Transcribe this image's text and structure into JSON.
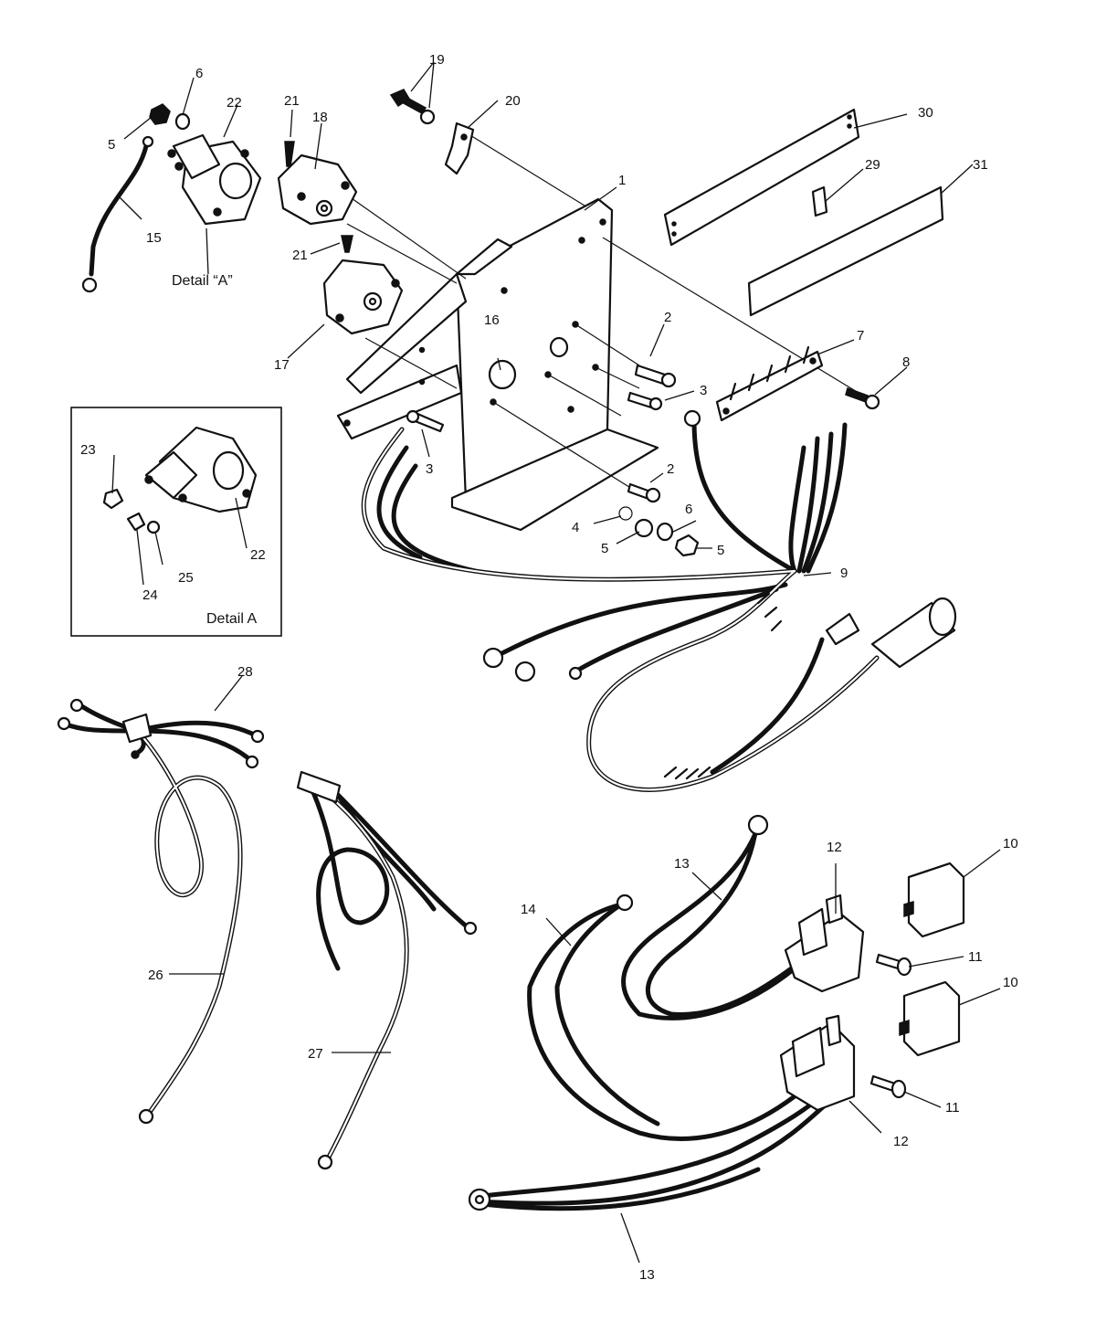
{
  "callouts": [
    {
      "id": "c1",
      "text": "1"
    },
    {
      "id": "c2a",
      "text": "2"
    },
    {
      "id": "c2b",
      "text": "2"
    },
    {
      "id": "c3a",
      "text": "3"
    },
    {
      "id": "c3b",
      "text": "3"
    },
    {
      "id": "c4",
      "text": "4"
    },
    {
      "id": "c5a",
      "text": "5"
    },
    {
      "id": "c5b",
      "text": "5"
    },
    {
      "id": "c5c",
      "text": "5"
    },
    {
      "id": "c6a",
      "text": "6"
    },
    {
      "id": "c6b",
      "text": "6"
    },
    {
      "id": "c7",
      "text": "7"
    },
    {
      "id": "c8",
      "text": "8"
    },
    {
      "id": "c9",
      "text": "9"
    },
    {
      "id": "c10a",
      "text": "10"
    },
    {
      "id": "c10b",
      "text": "10"
    },
    {
      "id": "c11a",
      "text": "11"
    },
    {
      "id": "c11b",
      "text": "11"
    },
    {
      "id": "c12a",
      "text": "12"
    },
    {
      "id": "c12b",
      "text": "12"
    },
    {
      "id": "c13a",
      "text": "13"
    },
    {
      "id": "c13b",
      "text": "13"
    },
    {
      "id": "c14",
      "text": "14"
    },
    {
      "id": "c15",
      "text": "15"
    },
    {
      "id": "c16",
      "text": "16"
    },
    {
      "id": "c17",
      "text": "17"
    },
    {
      "id": "c18",
      "text": "18"
    },
    {
      "id": "c19",
      "text": "19"
    },
    {
      "id": "c20",
      "text": "20"
    },
    {
      "id": "c21a",
      "text": "21"
    },
    {
      "id": "c21b",
      "text": "21"
    },
    {
      "id": "c22a",
      "text": "22"
    },
    {
      "id": "c22b",
      "text": "22"
    },
    {
      "id": "c23",
      "text": "23"
    },
    {
      "id": "c24",
      "text": "24"
    },
    {
      "id": "c25",
      "text": "25"
    },
    {
      "id": "c26",
      "text": "26"
    },
    {
      "id": "c27",
      "text": "27"
    },
    {
      "id": "c28",
      "text": "28"
    },
    {
      "id": "c29",
      "text": "29"
    },
    {
      "id": "c30",
      "text": "30"
    },
    {
      "id": "c31",
      "text": "31"
    }
  ],
  "captions": {
    "detail_ref": "Detail “A”",
    "detail_box_title": "Detail A"
  },
  "colors": {
    "ink": "#111111",
    "paper": "#ffffff"
  }
}
